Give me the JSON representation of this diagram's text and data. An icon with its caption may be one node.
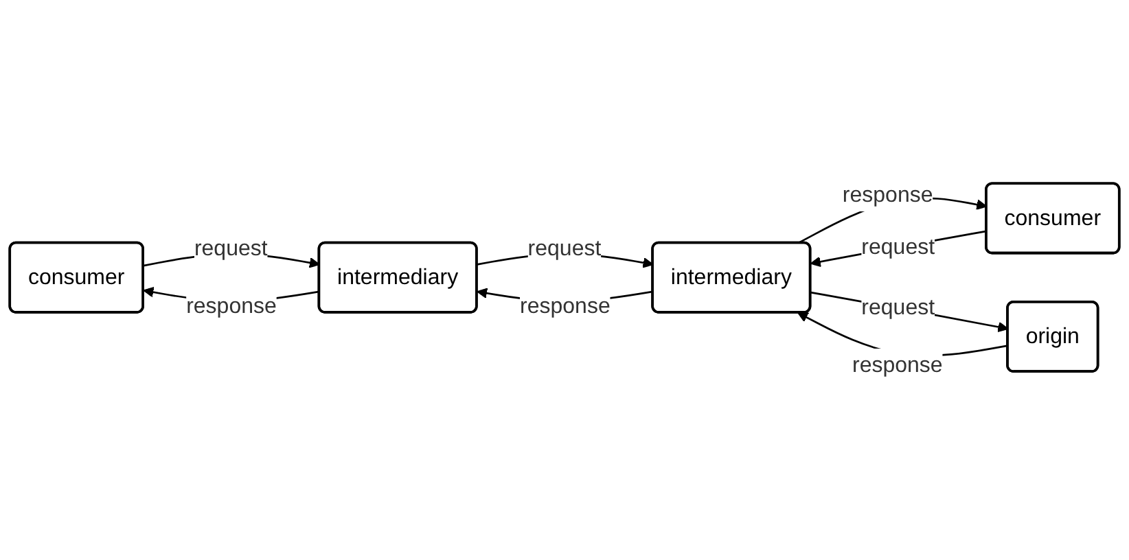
{
  "diagram": {
    "nodes": [
      {
        "text": [
          "consumer"
        ]
      },
      {
        "text": [
          "intermediary"
        ]
      },
      {
        "text": [
          "intermediary"
        ]
      },
      {
        "text": [
          "consumer"
        ]
      },
      {
        "text": [
          "origin"
        ]
      }
    ],
    "edges": [
      {
        "from": 0,
        "to": 1,
        "arrow": "to",
        "label": "request"
      },
      {
        "from": 1,
        "to": 0,
        "arrow": "to",
        "label": "response"
      },
      {
        "from": 1,
        "to": 2,
        "arrow": "to",
        "label": "request"
      },
      {
        "from": 2,
        "to": 1,
        "arrow": "to",
        "label": "response"
      },
      {
        "from": 3,
        "to": 2,
        "arrow": "to",
        "label": "request"
      },
      {
        "from": 2,
        "to": 3,
        "arrow": "to",
        "label": "response"
      },
      {
        "from": 2,
        "to": 4,
        "arrow": "to",
        "label": "request"
      },
      {
        "from": 4,
        "to": 2,
        "arrow": "to",
        "label": "response"
      }
    ]
  }
}
